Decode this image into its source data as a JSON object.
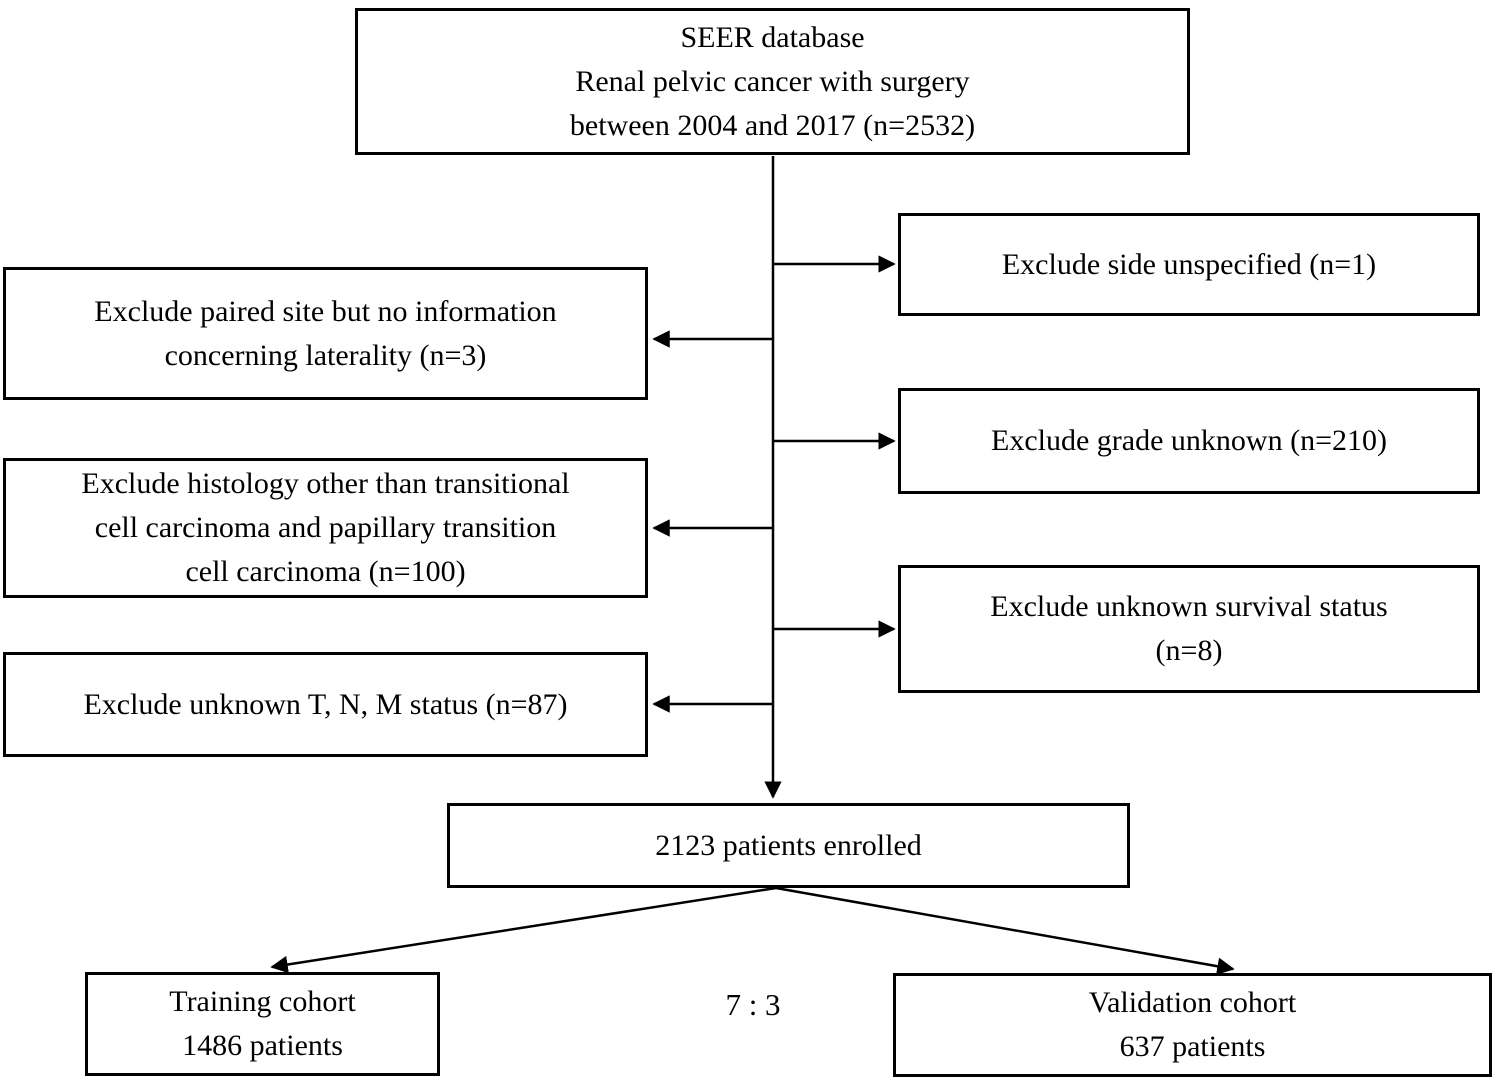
{
  "figure": {
    "type": "flowchart",
    "colors": {
      "line": "#000000",
      "box_border": "#000000",
      "text": "#000000",
      "background": "#ffffff"
    },
    "source": {
      "line1": "SEER database",
      "line2": "Renal pelvic cancer with surgery",
      "line3": "between 2004 and 2017 (n=2532)"
    },
    "exclude_side": {
      "line1": "Exclude side unspecified (n=1)"
    },
    "exclude_paired": {
      "line1": "Exclude paired site but no information",
      "line2": "concerning laterality (n=3)"
    },
    "exclude_grade": {
      "line1": "Exclude grade unknown (n=210)"
    },
    "exclude_histology": {
      "line1": "Exclude histology other than transitional",
      "line2": "cell carcinoma and papillary transition",
      "line3": "cell carcinoma (n=100)"
    },
    "exclude_survival": {
      "line1": "Exclude unknown survival status",
      "line2": "(n=8)"
    },
    "exclude_tnm": {
      "line1": "Exclude unknown T, N, M status (n=87)"
    },
    "enrolled": {
      "line1": "2123 patients enrolled"
    },
    "split_ratio": "7 : 3",
    "training": {
      "line1": "Training cohort",
      "line2": "1486 patients"
    },
    "validation": {
      "line1": "Validation cohort",
      "line2": "637 patients"
    }
  }
}
